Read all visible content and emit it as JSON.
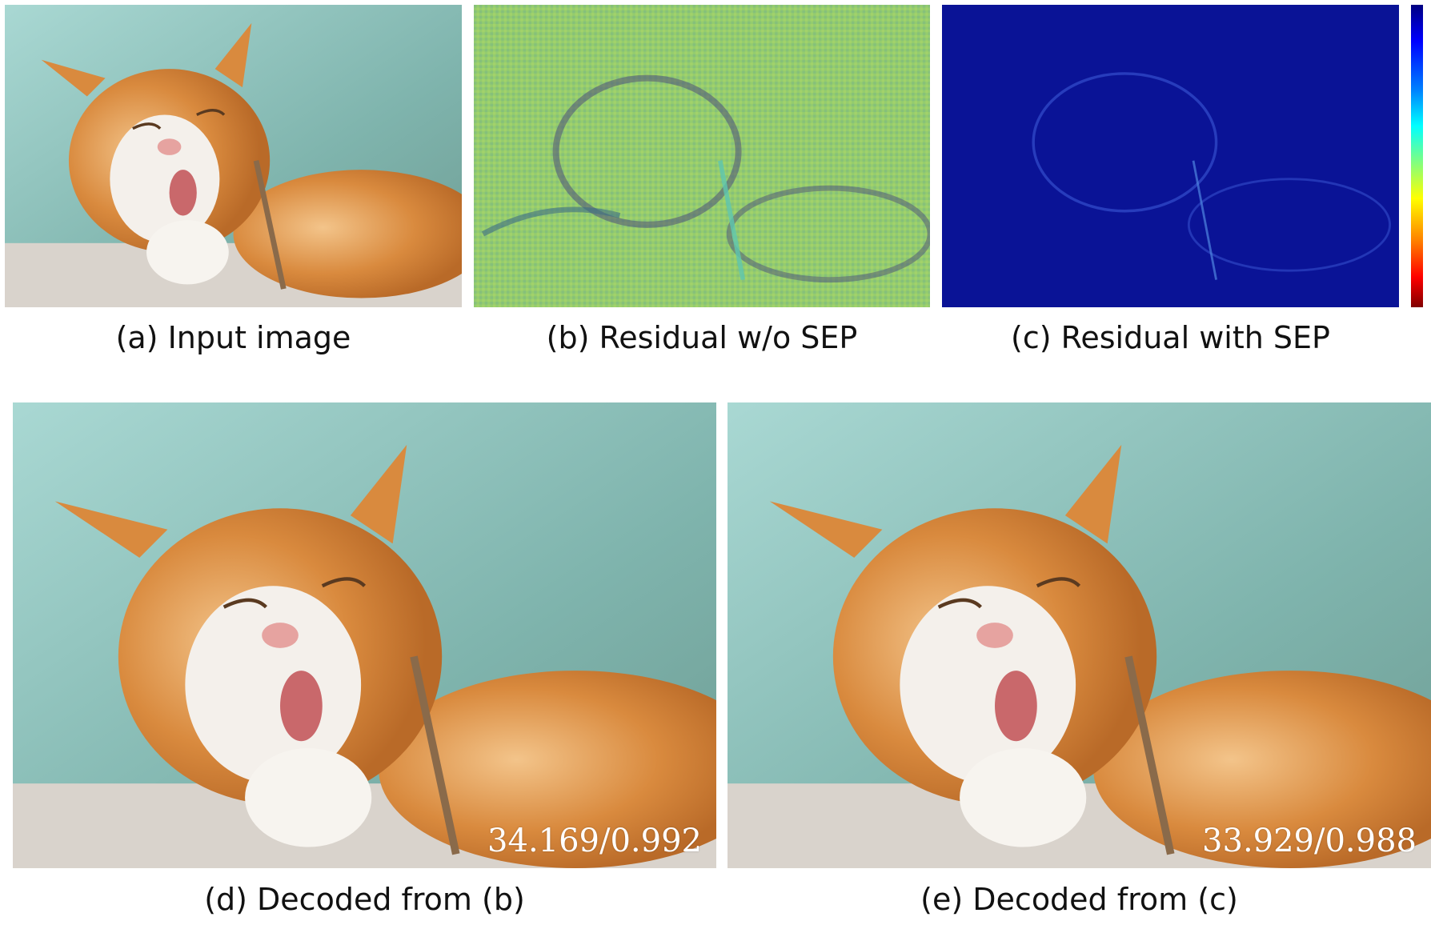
{
  "figure": {
    "panels": [
      {
        "id": "a",
        "caption": "(a) Input image"
      },
      {
        "id": "b",
        "caption": "(b) Residual w/o SEP"
      },
      {
        "id": "c",
        "caption": "(c) Residual with SEP"
      },
      {
        "id": "d",
        "caption": "(d) Decoded from (b)",
        "metric": "34.169/0.992"
      },
      {
        "id": "e",
        "caption": "(e) Decoded from (c)",
        "metric": "33.929/0.988"
      }
    ],
    "colorbar": {
      "colormap": "jet",
      "colors": [
        "#000080",
        "#0000ff",
        "#0080ff",
        "#00ffff",
        "#80ff80",
        "#ffff00",
        "#ff8000",
        "#ff0000",
        "#800000"
      ]
    },
    "scene_colors": {
      "background_teal": "#8fc4bd",
      "fur_orange": "#d9873c",
      "fur_white": "#f4f0eb",
      "residual_green": "#8fc86a",
      "residual_blue": "#0a1396"
    }
  }
}
